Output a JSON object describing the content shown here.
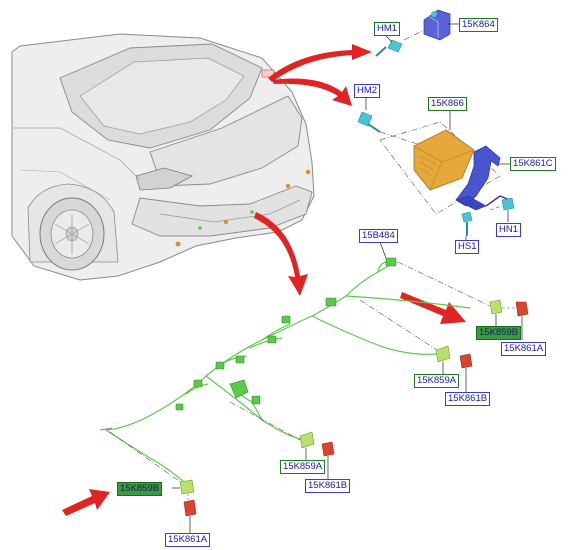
{
  "labels": {
    "hm1": "HM1",
    "k864": "15K864",
    "hm2": "HM2",
    "k866": "15K866",
    "k861c": "15K861C",
    "hs1": "HS1",
    "hn1": "HN1",
    "b484": "15B484",
    "k859b_right": "15K859B",
    "k861a_right": "15K861A",
    "k859a_mid": "15K859A",
    "k861b_mid": "15K861B",
    "k859a_low": "15K859A",
    "k861b_low": "15K861B",
    "k859b_left": "15K859B",
    "k861a_left": "15K861A"
  },
  "colors": {
    "harness": "#5cc94a",
    "module": "#e6a83a",
    "bracket": "#4a56d0",
    "sensor_cyan": "#4fc3d6",
    "cap_red": "#d9452e",
    "arrow_red": "#e02424",
    "label_blue": "#1a1ab0"
  }
}
